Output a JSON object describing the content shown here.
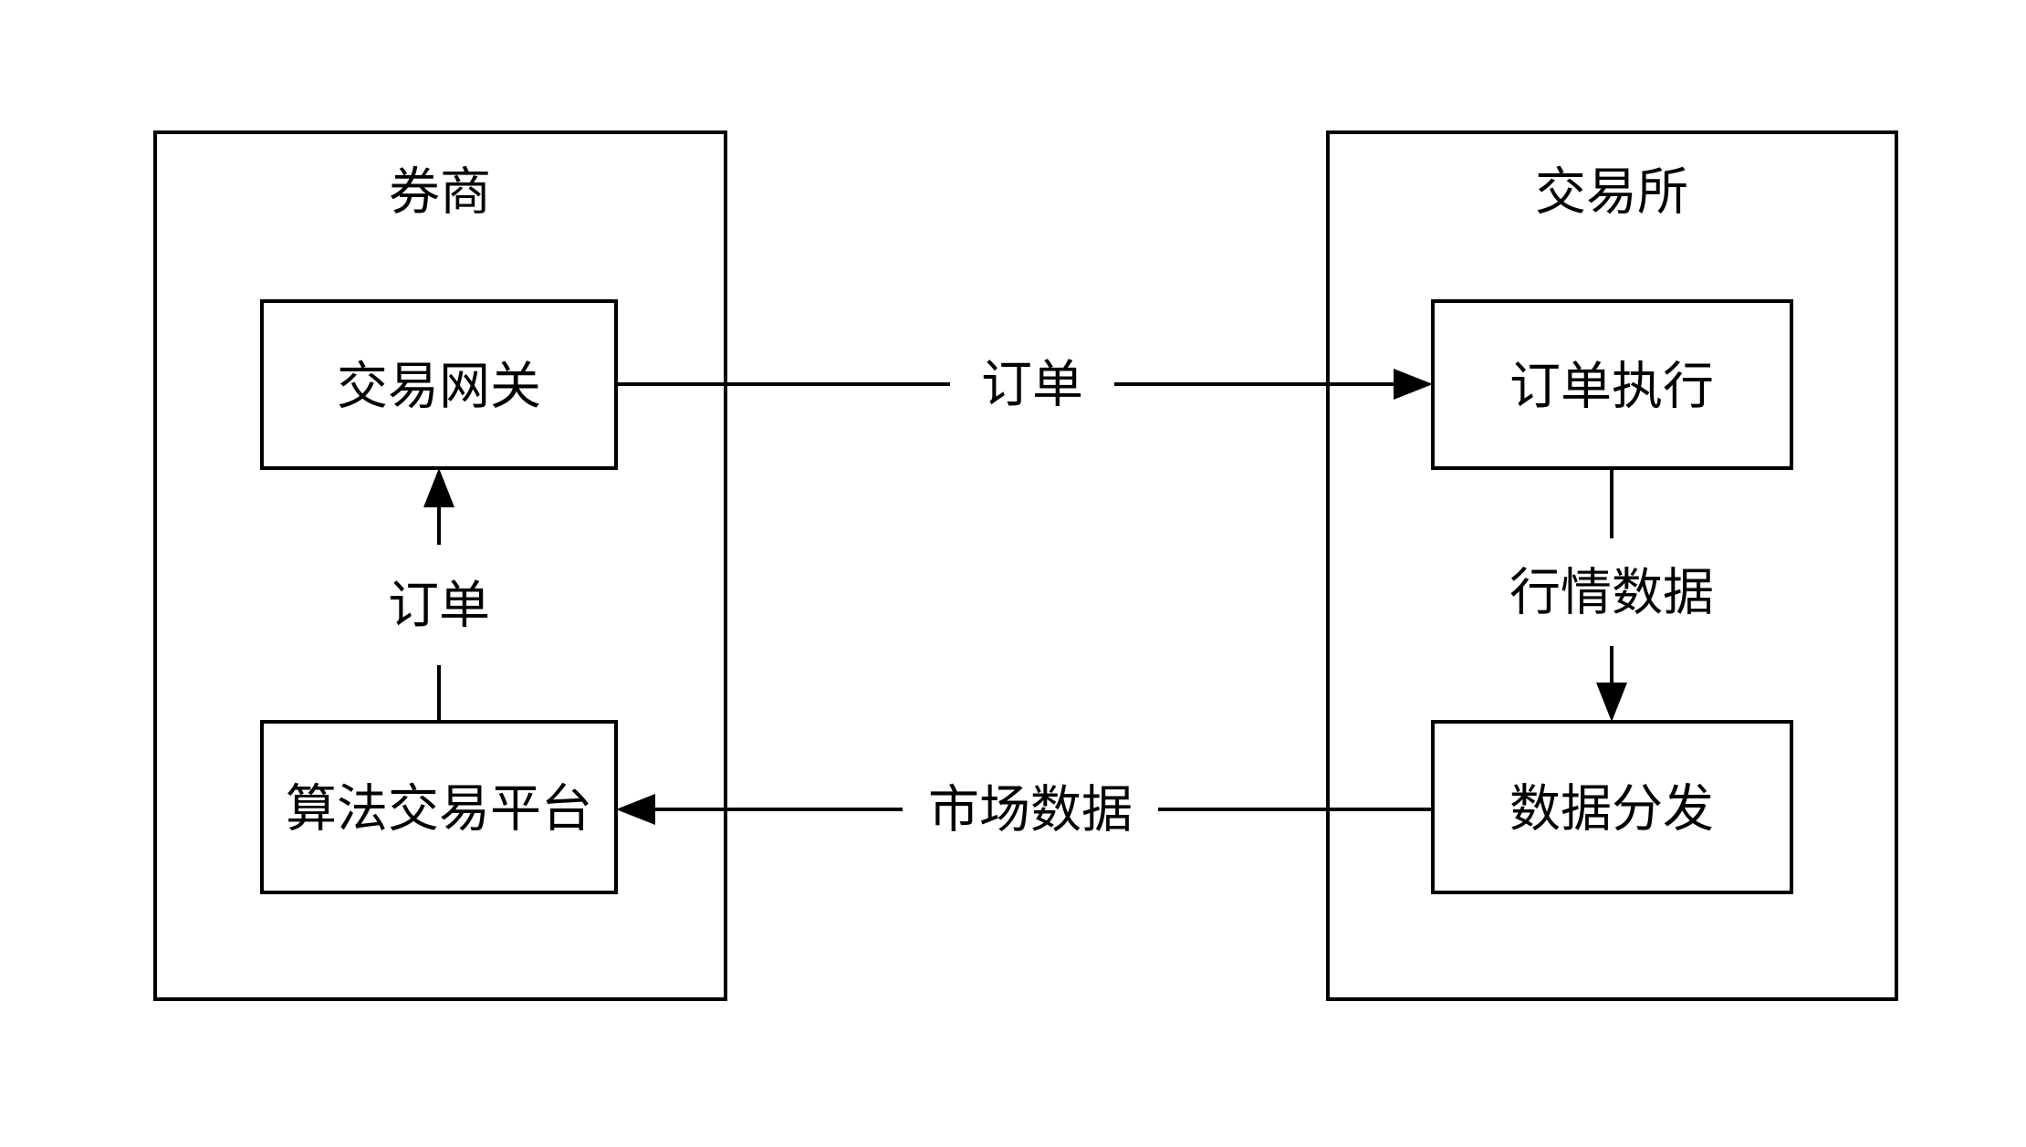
{
  "diagram": {
    "background_color": "#ffffff",
    "stroke_color": "#000000",
    "containers": {
      "broker": {
        "title": "券商"
      },
      "exchange": {
        "title": "交易所"
      }
    },
    "nodes": {
      "trading_gateway": {
        "label": "交易网关"
      },
      "algo_trading_platform": {
        "label": "算法交易平台"
      },
      "order_execution": {
        "label": "订单执行"
      },
      "data_distribution": {
        "label": "数据分发"
      }
    },
    "edges": {
      "order_up": {
        "label": "订单",
        "from": "算法交易平台",
        "to": "交易网关",
        "direction": "up"
      },
      "order_right": {
        "label": "订单",
        "from": "交易网关",
        "to": "订单执行",
        "direction": "right"
      },
      "quote_down": {
        "label": "行情数据",
        "from": "订单执行",
        "to": "数据分发",
        "direction": "down"
      },
      "market_left": {
        "label": "市场数据",
        "from": "数据分发",
        "to": "算法交易平台",
        "direction": "left"
      }
    }
  }
}
